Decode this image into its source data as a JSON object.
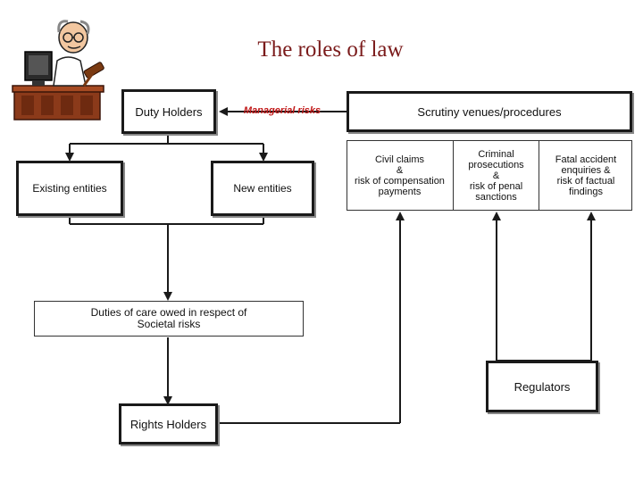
{
  "title": "The roles of law",
  "boxes": {
    "duty_holders": "Duty Holders",
    "scrutiny": "Scrutiny venues/procedures",
    "existing": "Existing entities",
    "new_entities": "New entities",
    "civil": "Civil claims\n&\nrisk of compensation\npayments",
    "criminal": "Criminal\nprosecutions\n&\nrisk of penal\nsanctions",
    "fatal": "Fatal accident\nenquiries &\nrisk of factual\nfindings",
    "duties": "Duties of care owed in respect of\nSocietal risks",
    "regulators": "Regulators",
    "rights_holders": "Rights Holders"
  },
  "connector_label": "Managerial risks",
  "colors": {
    "title": "#7a1a1a",
    "risk_label": "#c01818",
    "line": "#1a1a1a"
  },
  "icons": [
    "judge-cartoon-icon"
  ]
}
